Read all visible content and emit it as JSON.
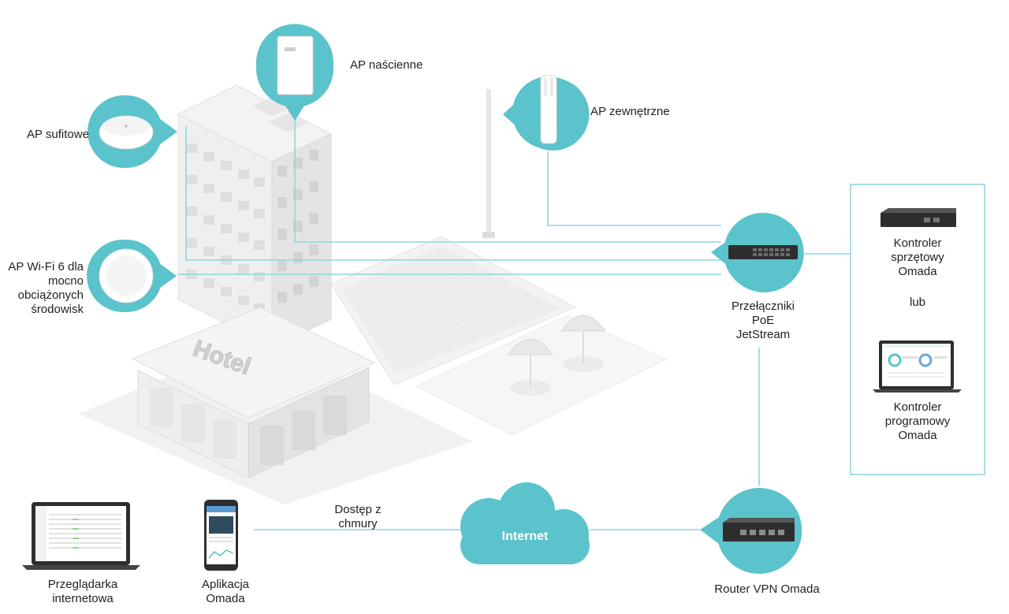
{
  "labels": {
    "ap_wall": "AP naścienne",
    "ap_ceiling": "AP sufitowe",
    "ap_outdoor": "AP zewnętrzne",
    "ap_wifi6": [
      "AP Wi-Fi 6 dla",
      "mocno",
      "obciążonych",
      "środowisk"
    ],
    "switch": [
      "Przełączniki",
      "PoE",
      "JetStream"
    ],
    "hw_controller": [
      "Kontroler",
      "sprzętowy",
      "Omada"
    ],
    "or": "lub",
    "sw_controller": [
      "Kontroler",
      "programowy",
      "Omada"
    ],
    "cloud_access": [
      "Dostęp z",
      "chmury"
    ],
    "internet": "Internet",
    "router": "Router VPN Omada",
    "browser": [
      "Przeglądarka",
      "internetowa"
    ],
    "app": [
      "Aplikacja",
      "Omada"
    ],
    "hotel_sign": "Hotel"
  },
  "colors": {
    "accent": "#5bc3cb",
    "line": "#8fd6dc",
    "building": "#ececec",
    "device_dark": "#2e2e2e"
  },
  "icons": [
    "wall-ap-icon",
    "ceiling-ap-icon",
    "outdoor-ap-icon",
    "wifi6-ap-icon",
    "switch-icon",
    "hardware-controller-icon",
    "laptop-icon",
    "cloud-icon",
    "router-icon",
    "phone-icon"
  ]
}
